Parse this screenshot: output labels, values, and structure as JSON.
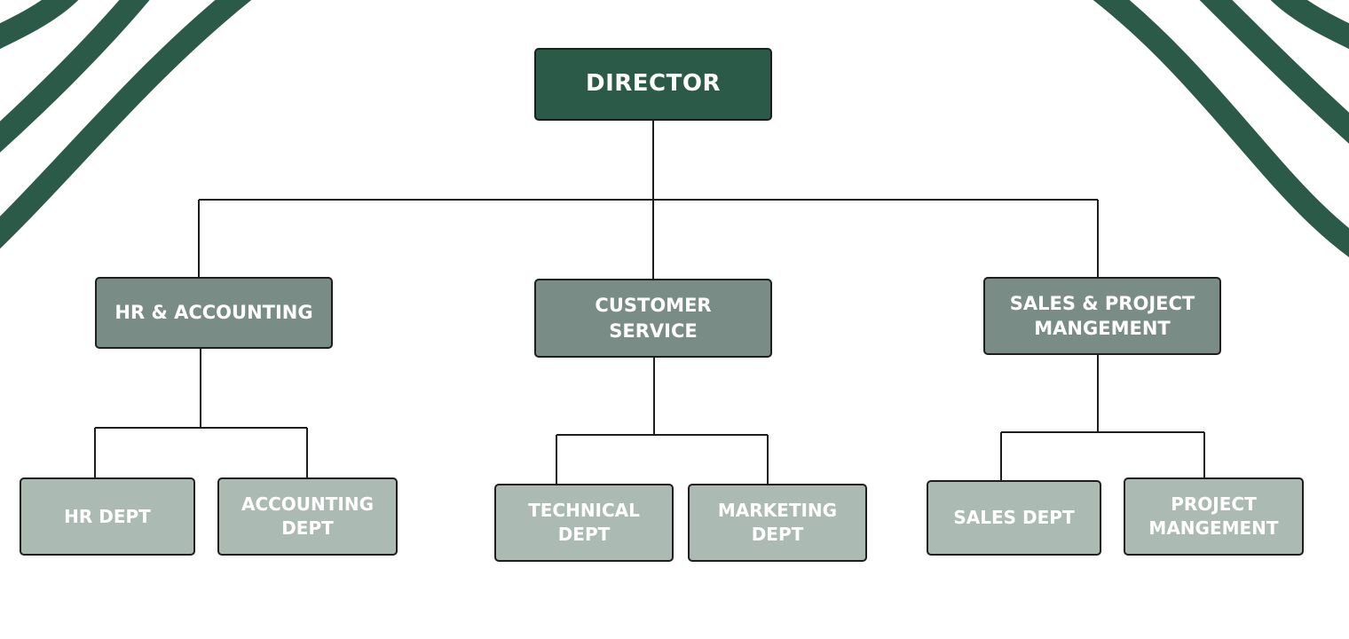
{
  "colors": {
    "accent": "#2c5a48",
    "level1": "#7a8c86",
    "level2": "#abbbb4",
    "line": "#1e1e1e",
    "background": "#ffffff"
  },
  "director": {
    "label": "DIRECTOR"
  },
  "departments": [
    {
      "label": "HR & ACCOUNTING",
      "children": [
        "HR DEPT",
        "ACCOUNTING DEPT"
      ]
    },
    {
      "label": "CUSTOMER SERVICE",
      "children": [
        "TECHNICAL DEPT",
        "MARKETING DEPT"
      ]
    },
    {
      "label": "SALES & PROJECT MANGEMENT",
      "children": [
        "SALES DEPT",
        "PROJECT MANGEMENT"
      ]
    }
  ]
}
